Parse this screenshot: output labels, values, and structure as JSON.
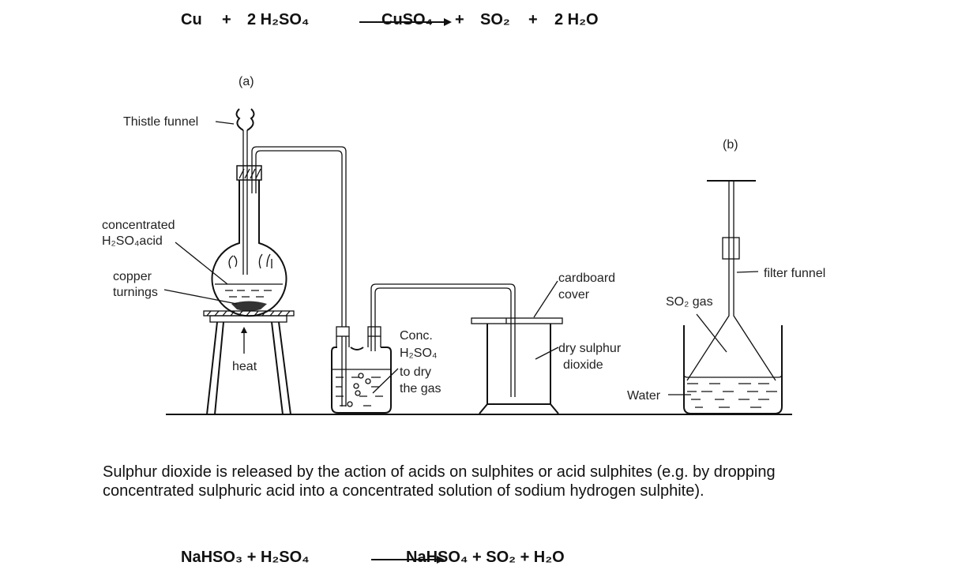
{
  "equation1": {
    "reactant1": "Cu",
    "plus1": "+",
    "reactant2": "2 H₂SO₄",
    "product1": "CuSO₄",
    "plus2": "+",
    "product2": "SO₂",
    "plus3": "+",
    "product3": "2 H₂O"
  },
  "diagram": {
    "label_a": "(a)",
    "label_b": "(b)",
    "thistle_funnel": "Thistle funnel",
    "acid_line1": "concentrated",
    "acid_line2": "H₂SO₄acid",
    "copper_line1": "copper",
    "copper_line2": "turnings",
    "heat": "heat",
    "conc_line1": "Conc.",
    "conc_line2": "H₂SO₄",
    "conc_line3": "to dry",
    "conc_line4": "the gas",
    "cardboard_line1": "cardboard",
    "cardboard_line2": "cover",
    "dry_line1": "dry sulphur",
    "dry_line2": "dioxide",
    "so2_gas": "SO₂ gas",
    "filter_funnel": "filter funnel",
    "water": "Water"
  },
  "paragraph": "Sulphur dioxide is released by the action of acids on sulphites or acid sulphites (e.g. by dropping concentrated sulphuric acid into a concentrated solution of sodium hydrogen sulphite).",
  "equation2": {
    "reactants": "NaHSO₃ + H₂SO₄",
    "products": "NaHSO₄ + SO₂ + H₂O"
  }
}
